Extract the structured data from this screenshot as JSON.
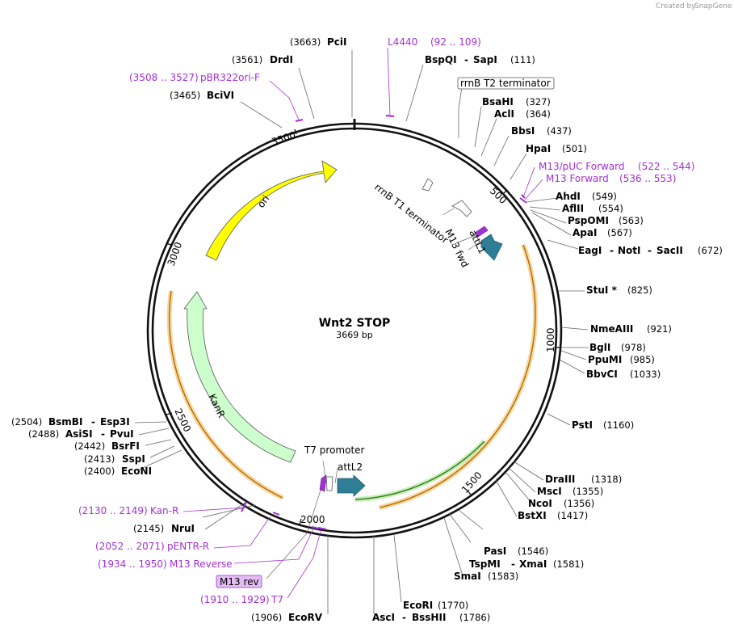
{
  "credit": {
    "text": "Created by",
    "brand": "SnapGene"
  },
  "plasmid": {
    "name": "Wnt2 STOP",
    "size_label": "3669 bp"
  },
  "ticks": [
    "500",
    "1000",
    "1500",
    "2000",
    "2500",
    "3000",
    "3500"
  ],
  "colors": {
    "backbone": "#111111",
    "ori": "#ffff00",
    "kanr": "#ccffcc",
    "attl": "#2e7f96",
    "orf_orange": "#f5a623",
    "orf_green": "#43b02a",
    "primer": "#a32fd6",
    "leader": "#666666"
  },
  "features": {
    "ori": "ori",
    "kanr": "KanR",
    "rrnb_t1": "rrnB T1 terminator",
    "rrnb_t2": "rrnB T2 terminator",
    "attl1": "attL1",
    "attl2": "attL2",
    "m13fwd": "M13 fwd",
    "t7promoter": "T7 promoter",
    "m13rev": "M13 rev"
  },
  "sites": {
    "pcii": {
      "name": "PciI",
      "pos": "(3663)"
    },
    "drdi": {
      "name": "DrdI",
      "pos": "(3561)"
    },
    "bcivi": {
      "name": "BciVI",
      "pos": "(3465)"
    },
    "bspqi": {
      "name": "BspQI",
      "sep": "-",
      "name2": "SapI",
      "pos": "(111)"
    },
    "bsahi": {
      "name": "BsaHI",
      "pos": "(327)"
    },
    "acli": {
      "name": "AclI",
      "pos": "(364)"
    },
    "bbsi": {
      "name": "BbsI",
      "pos": "(437)"
    },
    "hpai": {
      "name": "HpaI",
      "pos": "(501)"
    },
    "ahdi": {
      "name": "AhdI",
      "pos": "(549)"
    },
    "aflii": {
      "name": "AflII",
      "pos": "(554)"
    },
    "pspomi": {
      "name": "PspOMI",
      "pos": "(563)"
    },
    "apai": {
      "name": "ApaI",
      "pos": "(567)"
    },
    "eagi": {
      "name": "EagI",
      "sep": "-",
      "name2": "NotI",
      "sep2": "-",
      "name3": "SacII",
      "pos": "(672)"
    },
    "stui": {
      "name": "StuI *",
      "pos": "(825)"
    },
    "nmeaiii": {
      "name": "NmeAIII",
      "pos": "(921)"
    },
    "bgli": {
      "name": "BglI",
      "pos": "(978)"
    },
    "ppumi": {
      "name": "PpuMI",
      "pos": "(985)"
    },
    "bbvci": {
      "name": "BbvCI",
      "pos": "(1033)"
    },
    "psti": {
      "name": "PstI",
      "pos": "(1160)"
    },
    "draiii": {
      "name": "DraIII",
      "pos": "(1318)"
    },
    "msci": {
      "name": "MscI",
      "pos": "(1355)"
    },
    "ncoi": {
      "name": "NcoI",
      "pos": "(1356)"
    },
    "bstxi": {
      "name": "BstXI",
      "pos": "(1417)"
    },
    "pasi": {
      "name": "PasI",
      "pos": "(1546)"
    },
    "tspmi": {
      "name": "TspMI",
      "sep": "-",
      "name2": "XmaI",
      "pos": "(1581)"
    },
    "smai": {
      "name": "SmaI",
      "pos": "(1583)"
    },
    "ecori": {
      "name": "EcoRI",
      "pos": "(1770)"
    },
    "asci": {
      "name": "AscI",
      "sep": "-",
      "name2": "BssHII",
      "pos": "(1786)"
    },
    "ecorv": {
      "name": "EcoRV",
      "pos": "(1906)"
    },
    "brui": {
      "name": "NruI",
      "pos": "(2145)"
    },
    "bsmbi": {
      "name": "BsmBI",
      "sep": "-",
      "name2": "Esp3I",
      "pos": "(2504)"
    },
    "asisi": {
      "name": "AsiSI",
      "sep": "-",
      "name2": "PvuI",
      "pos": "(2488)"
    },
    "bsrfi": {
      "name": "BsrFI",
      "pos": "(2442)"
    },
    "sspi": {
      "name": "SspI",
      "pos": "(2413)"
    },
    "econi": {
      "name": "EcoNI",
      "pos": "(2400)"
    }
  },
  "primers": {
    "l4440": {
      "name": "L4440",
      "range": "(92 .. 109)"
    },
    "pbr322": {
      "name": "pBR322ori-F",
      "range": "(3508 .. 3527)"
    },
    "m13puc": {
      "name": "M13/pUC Forward",
      "range": "(522 .. 544)"
    },
    "m13fwd": {
      "name": "M13 Forward",
      "range": "(536 .. 553)"
    },
    "kanr": {
      "name": "Kan-R",
      "range": "(2130 .. 2149)"
    },
    "pentr": {
      "name": "pENTR-R",
      "range": "(2052 .. 2071)"
    },
    "m13rev": {
      "name": "M13 Reverse",
      "range": "(1934 .. 1950)"
    },
    "t7": {
      "name": "T7",
      "range": "(1910 .. 1929)"
    }
  }
}
